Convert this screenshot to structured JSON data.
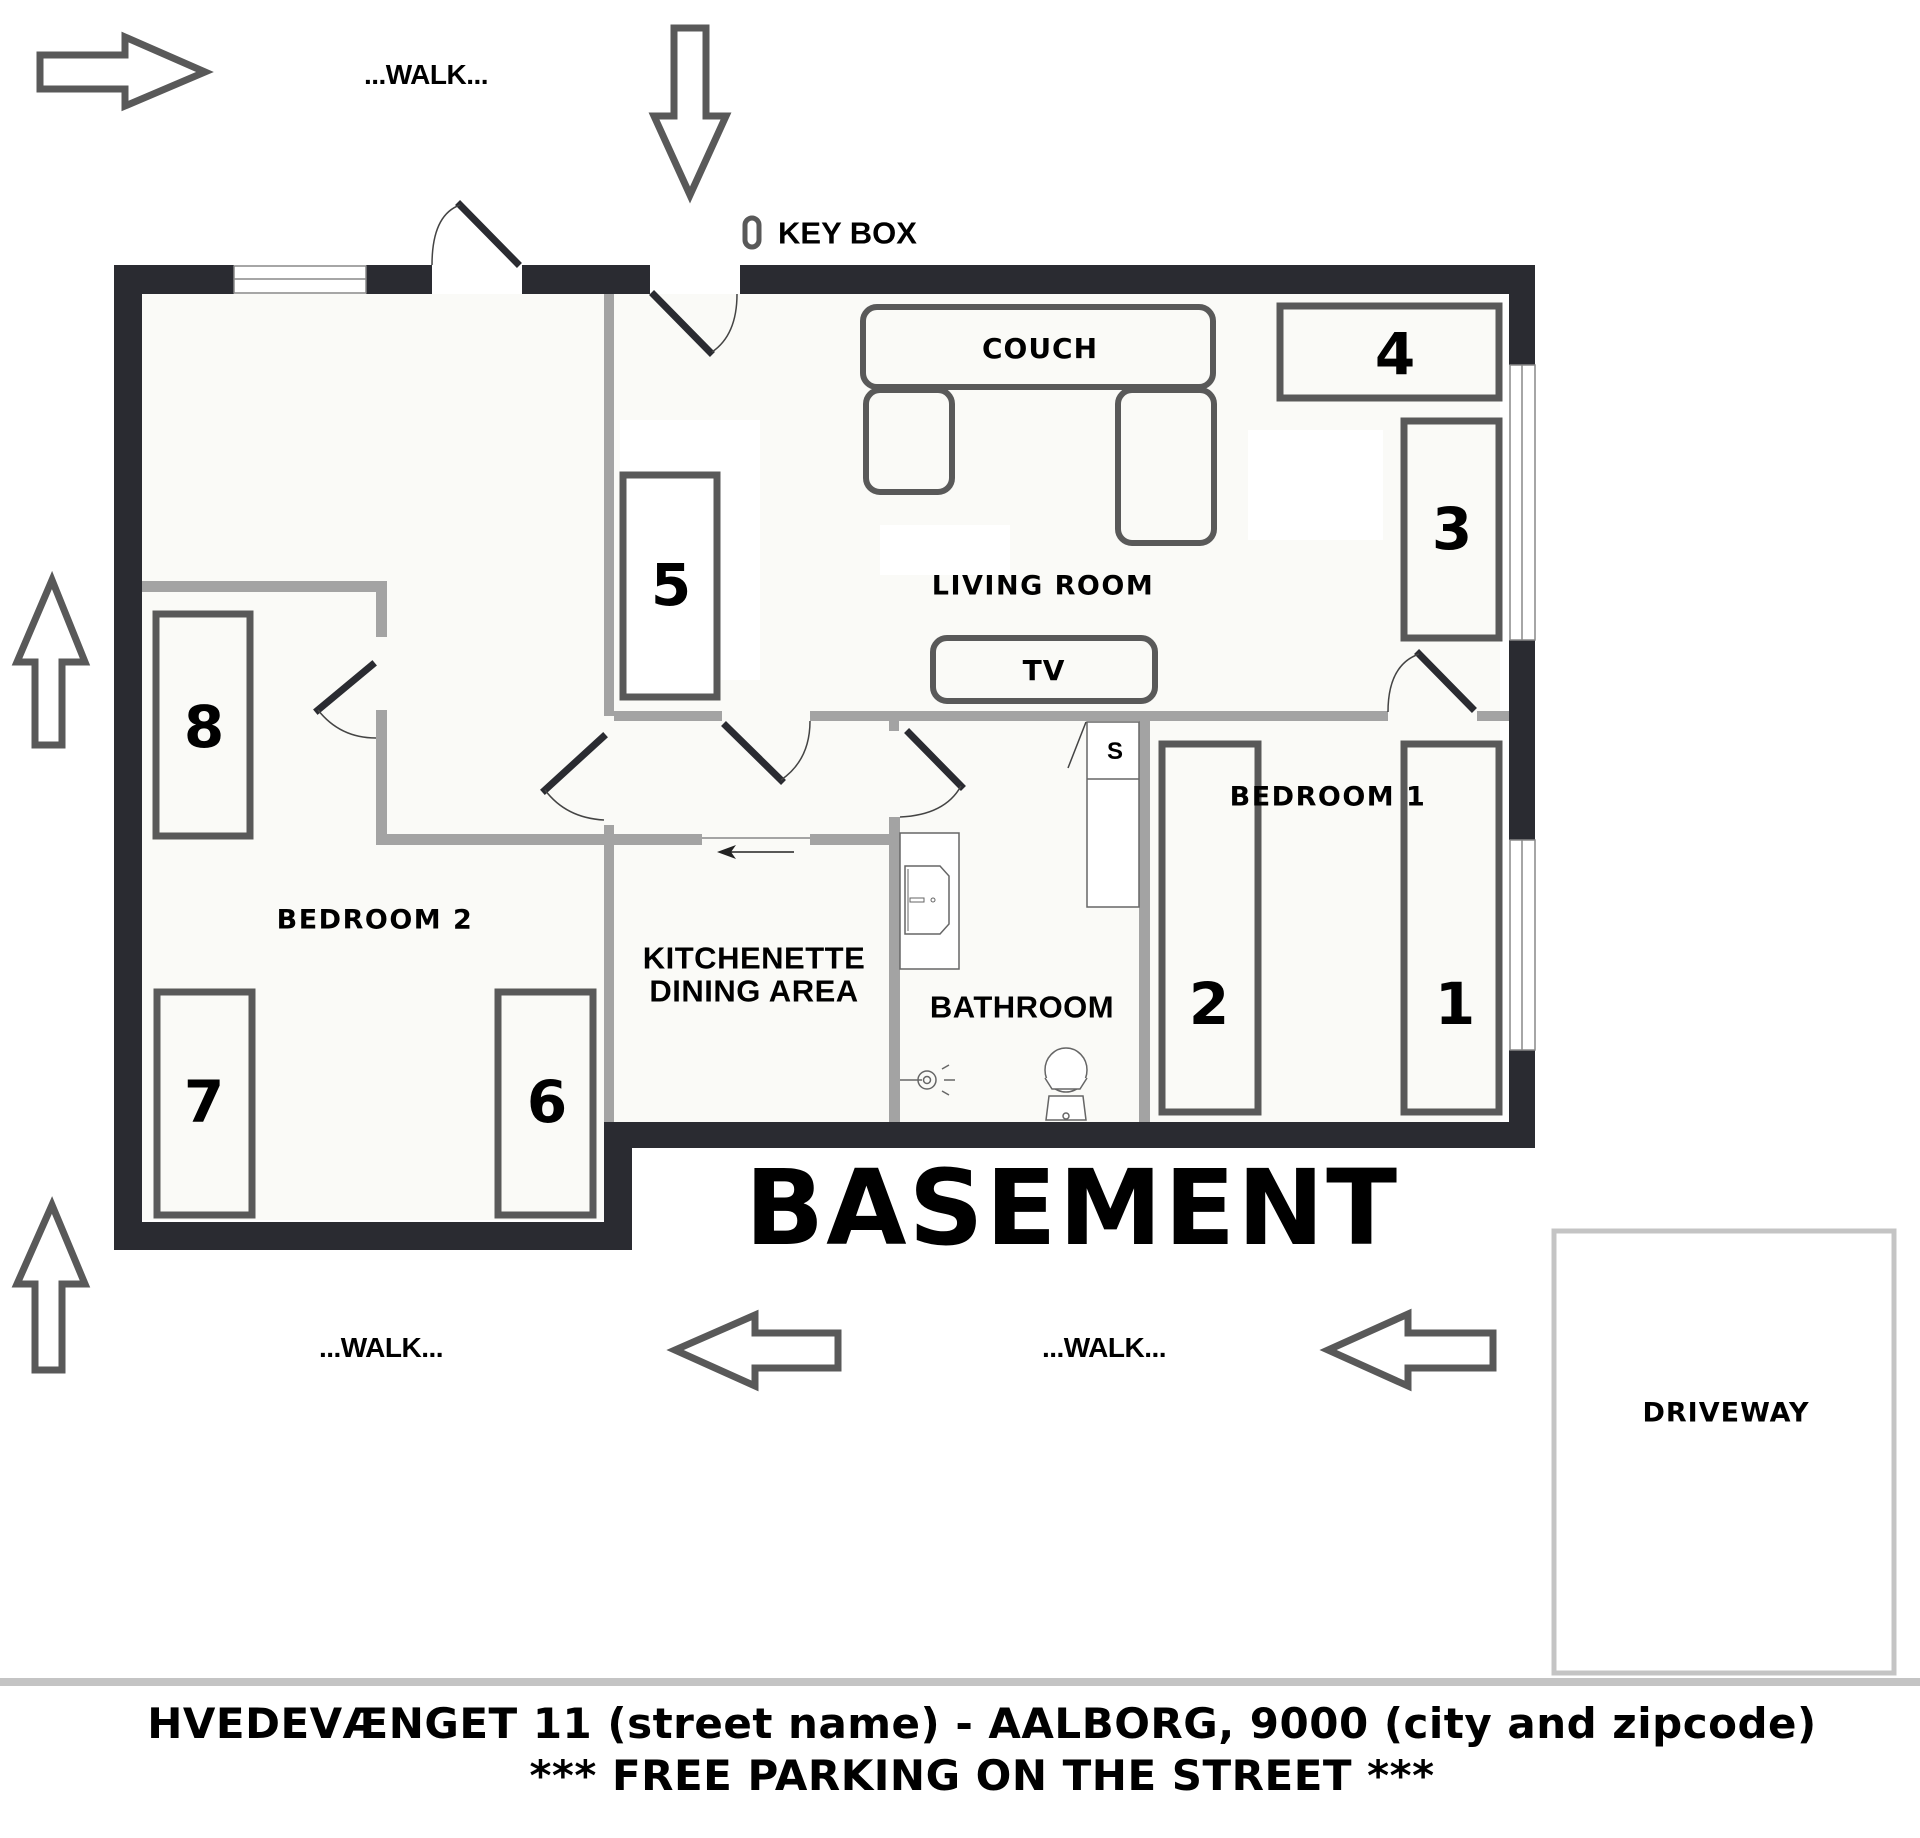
{
  "title": "BASEMENT",
  "directions": {
    "walk_top": "...WALK...",
    "walk_bottom_left": "...WALK...",
    "walk_bottom_right": "...WALK...",
    "key_box": "KEY BOX",
    "arrows": [
      {
        "id": "top-left",
        "direction": "right"
      },
      {
        "id": "top-entry",
        "direction": "down"
      },
      {
        "id": "left-upper",
        "direction": "up"
      },
      {
        "id": "left-lower",
        "direction": "up"
      },
      {
        "id": "bottom-middle",
        "direction": "left"
      },
      {
        "id": "bottom-right",
        "direction": "left"
      }
    ]
  },
  "rooms": {
    "living_room": "LIVING ROOM",
    "bedroom_1": "BEDROOM 1",
    "bedroom_2": "BEDROOM 2",
    "kitchenette_line1": "KITCHENETTE",
    "kitchenette_line2": "DINING AREA",
    "bathroom": "BATHROOM",
    "driveway": "DRIVEWAY"
  },
  "furniture": {
    "couch": "COUCH",
    "tv": "TV",
    "shower_label": "S"
  },
  "beds": [
    {
      "number": "1",
      "room": "BEDROOM 1"
    },
    {
      "number": "2",
      "room": "BEDROOM 1"
    },
    {
      "number": "3",
      "room": "LIVING ROOM"
    },
    {
      "number": "4",
      "room": "LIVING ROOM"
    },
    {
      "number": "5",
      "room": "LIVING ROOM"
    },
    {
      "number": "6",
      "room": "BEDROOM 2"
    },
    {
      "number": "7",
      "room": "BEDROOM 2"
    },
    {
      "number": "8",
      "room": "BEDROOM 2"
    }
  ],
  "footer": {
    "address": "HVEDEVÆNGET 11 (street name) - AALBORG, 9000 (city and zipcode)",
    "parking": "*** FREE PARKING ON THE STREET ***"
  },
  "colors": {
    "outer_wall": "#2a2b31",
    "inner_wall": "#a3a3a3",
    "furniture_stroke": "#595959",
    "arrow_stroke": "#595959",
    "floor": "#fafaf7",
    "driveway_stroke": "#c4c4c4"
  }
}
